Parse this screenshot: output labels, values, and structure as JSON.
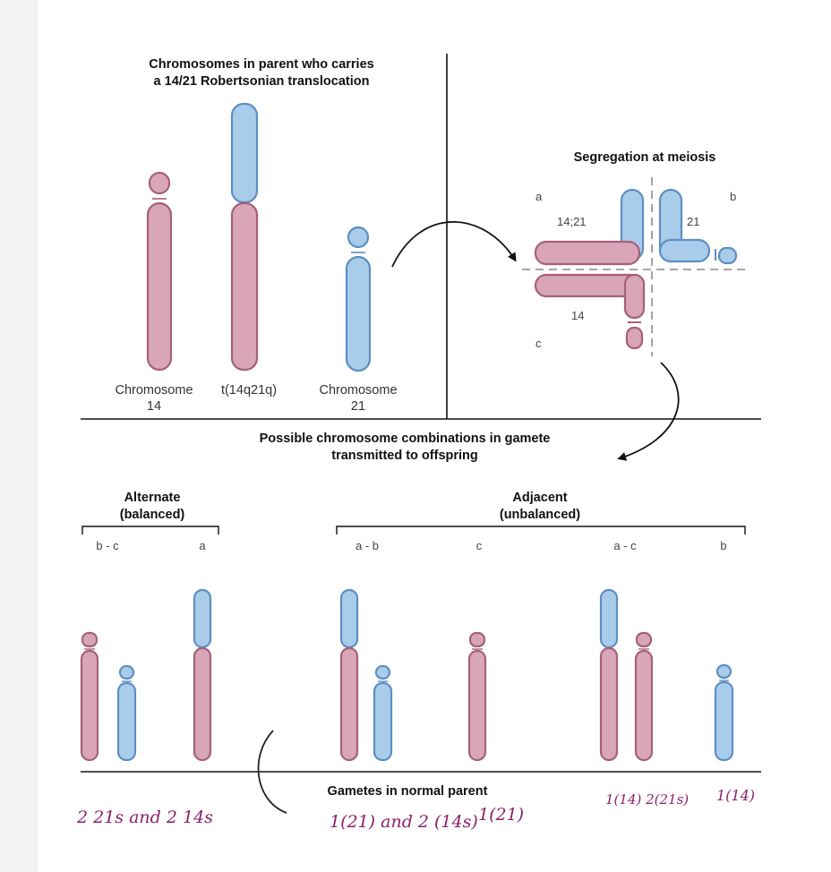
{
  "top_left": {
    "title_line1": "Chromosomes in parent who carries",
    "title_line2": "a 14/21 Robertsonian translocation",
    "label_chr14_line1": "Chromosome",
    "label_chr14_line2": "14",
    "label_translocation": "t(14q21q)",
    "label_chr21_line1": "Chromosome",
    "label_chr21_line2": "21"
  },
  "meiosis": {
    "title": "Segregation at meiosis",
    "letter_a": "a",
    "letter_b": "b",
    "letter_c": "c",
    "label_1421": "14;21",
    "label_21": "21",
    "label_14": "14"
  },
  "gamete_header": {
    "line1": "Possible chromosome combinations in gamete",
    "line2": "transmitted to offspring"
  },
  "alternate": {
    "title_line1": "Alternate",
    "title_line2": "(balanced)",
    "sub_bc": "b  -  c",
    "sub_a": "a"
  },
  "adjacent": {
    "title_line1": "Adjacent",
    "title_line2": "(unbalanced)",
    "sub_ab": "a  -  b",
    "sub_c": "c",
    "sub_ac": "a  -  c",
    "sub_b": "b"
  },
  "bottom": {
    "normal_parent": "Gametes in normal parent"
  },
  "handwritten": {
    "note1": "2 21s and 2 14s",
    "note2": "1(21) and 2 (14s)",
    "note3": "1(21)",
    "note4": "1(14) 2(21s)",
    "note5": "1(14)"
  }
}
